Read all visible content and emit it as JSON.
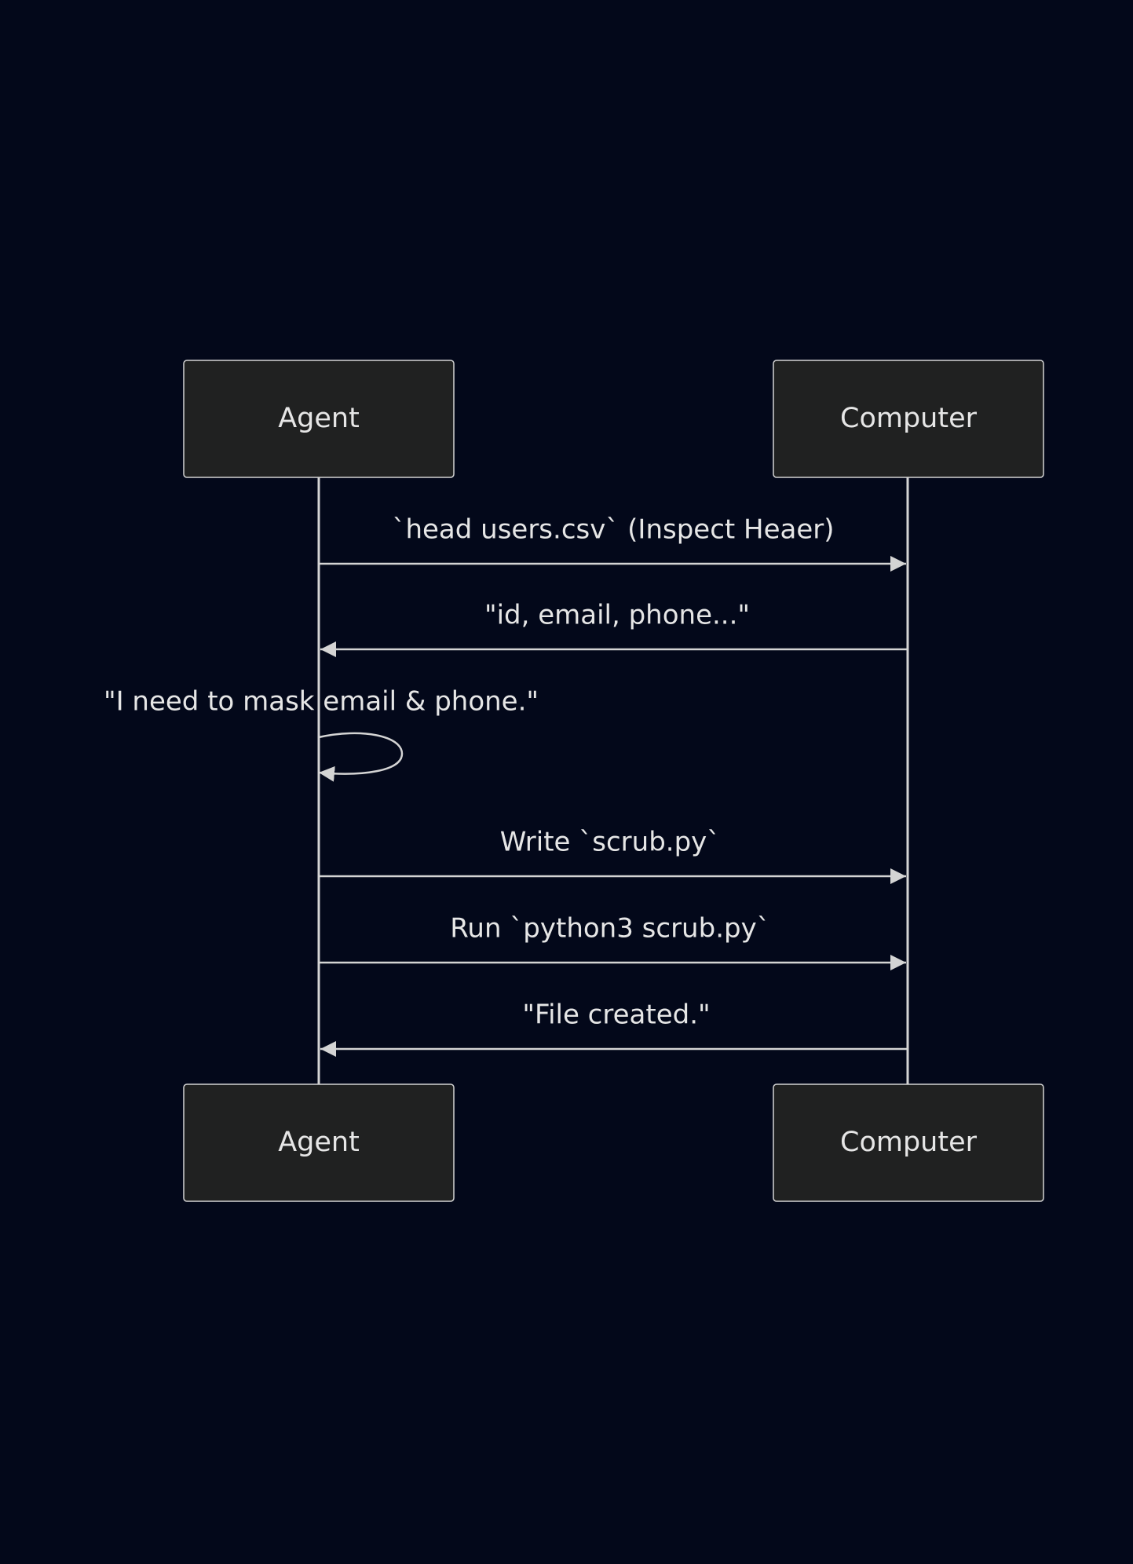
{
  "diagram": {
    "type": "sequence",
    "colors": {
      "background": "#03081a",
      "actor_fill": "#202121",
      "line": "#d4d4d4",
      "text": "#e6e6e6"
    },
    "participants": [
      {
        "id": "agent",
        "label": "Agent"
      },
      {
        "id": "computer",
        "label": "Computer"
      }
    ],
    "messages": [
      {
        "from": "agent",
        "to": "computer",
        "label": "`head users.csv` (Inspect Heaer)"
      },
      {
        "from": "computer",
        "to": "agent",
        "label": "\"id, email, phone...\""
      },
      {
        "from": "agent",
        "to": "agent",
        "label": "\"I need to mask email & phone.\""
      },
      {
        "from": "agent",
        "to": "computer",
        "label": "Write `scrub.py`"
      },
      {
        "from": "agent",
        "to": "computer",
        "label": "Run `python3 scrub.py`"
      },
      {
        "from": "computer",
        "to": "agent",
        "label": "\"File created.\""
      }
    ]
  }
}
